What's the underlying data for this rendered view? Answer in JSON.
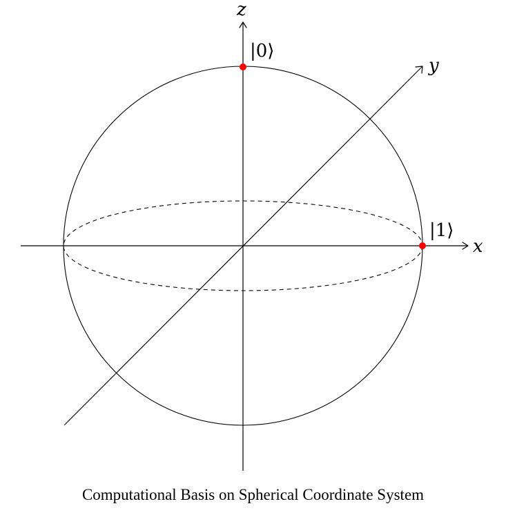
{
  "axes": {
    "x_label": "x",
    "y_label": "y",
    "z_label": "z"
  },
  "states": {
    "zero": {
      "label": "|0⟩",
      "color": "#ff0000"
    },
    "one": {
      "label": "|1⟩",
      "color": "#ff0000"
    }
  },
  "caption": "Computational Basis on Spherical Coordinate System"
}
